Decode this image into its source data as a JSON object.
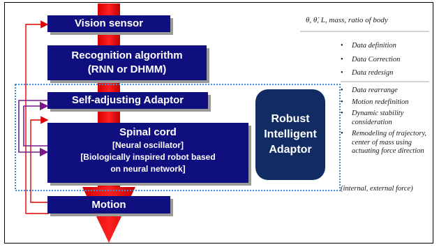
{
  "boxes": {
    "vision": "Vision sensor",
    "recognition_line1": "Recognition algorithm",
    "recognition_line2": "(RNN or DHMM)",
    "adaptor": "Self-adjusting Adaptor",
    "spinal_title": "Spinal cord",
    "spinal_line2": "[Neural oscillator]",
    "spinal_line3": "[Biologically inspired robot based",
    "spinal_line4": "on neural network]",
    "motion": "Motion"
  },
  "robust": {
    "line1": "Robust",
    "line2": "Intelligent",
    "line3": "Adaptor"
  },
  "header_formula": "θ, θ̇, L, mass, ratio of body",
  "top_notes": [
    "Data definition",
    "Data Correction",
    "Data redesign"
  ],
  "adaptor_notes": [
    "Data rearrange",
    "Motion redefinition",
    "Dynamic stability consideration",
    "Remodeling of trajectory, center of mass using actuating force direction"
  ],
  "footer_note": "(internal, external force)",
  "colors": {
    "box": "#0f0f7f",
    "arrow": "#ff0000",
    "feedback": "#e00000",
    "adaptor_arrow": "#7a1a8a",
    "dotted_border": "#3a8fd8"
  }
}
